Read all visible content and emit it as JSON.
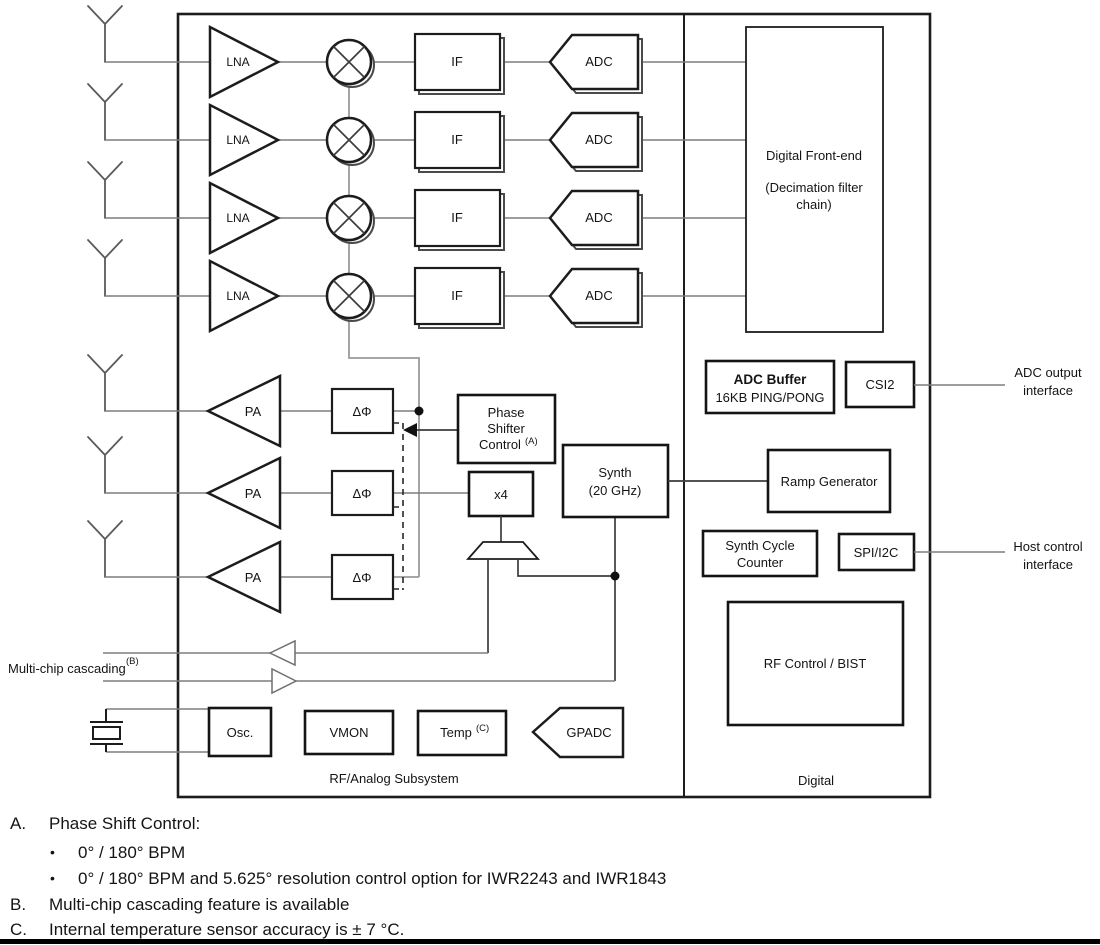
{
  "blocks": {
    "lna": "LNA",
    "if": "IF",
    "adc": "ADC",
    "pa": "PA",
    "delta_phi": "ΔΦ",
    "dfe_line1": "Digital Front-end",
    "dfe_line2": "(Decimation filter",
    "dfe_line3": "chain)",
    "adc_buffer_title": "ADC Buffer",
    "adc_buffer_sub": "16KB PING/PONG",
    "csi2": "CSI2",
    "ramp_generator": "Ramp Generator",
    "synth_line1": "Synth",
    "synth_line2": "(20 GHz)",
    "synth_cycle_line1": "Synth Cycle",
    "synth_cycle_line2": "Counter",
    "spi_i2c": "SPI/I2C",
    "rf_control_bist": "RF Control / BIST",
    "phase_shifter_line1": "Phase",
    "phase_shifter_line2": "Shifter",
    "phase_shifter_line3": "Control",
    "phase_shifter_sup": "(A)",
    "x4": "x4",
    "osc": "Osc.",
    "vmon": "VMON",
    "temp": "Temp",
    "temp_sup": "(C)",
    "gpadc": "GPADC"
  },
  "labels": {
    "multi_chip": "Multi-chip cascading",
    "multi_chip_sup": "(B)",
    "rf_analog_subsystem": "RF/Analog Subsystem",
    "digital": "Digital",
    "adc_output_line1": "ADC output",
    "adc_output_line2": "interface",
    "host_control_line1": "Host control",
    "host_control_line2": "interface"
  },
  "footnotes": {
    "a_letter": "A.",
    "a_text": "Phase Shift Control:",
    "bullet": "•",
    "a_item1": "0° / 180° BPM",
    "a_item2": "0° / 180° BPM and 5.625° resolution control option for IWR2243 and IWR1843",
    "b_letter": "B.",
    "b_text": "Multi-chip cascading feature is available",
    "c_letter": "C.",
    "c_text": "Internal temperature sensor accuracy is ± 7 °C."
  },
  "colors": {
    "ink": "#141414",
    "wire_gray": "#7d7d7d",
    "background": "#ffffff"
  }
}
